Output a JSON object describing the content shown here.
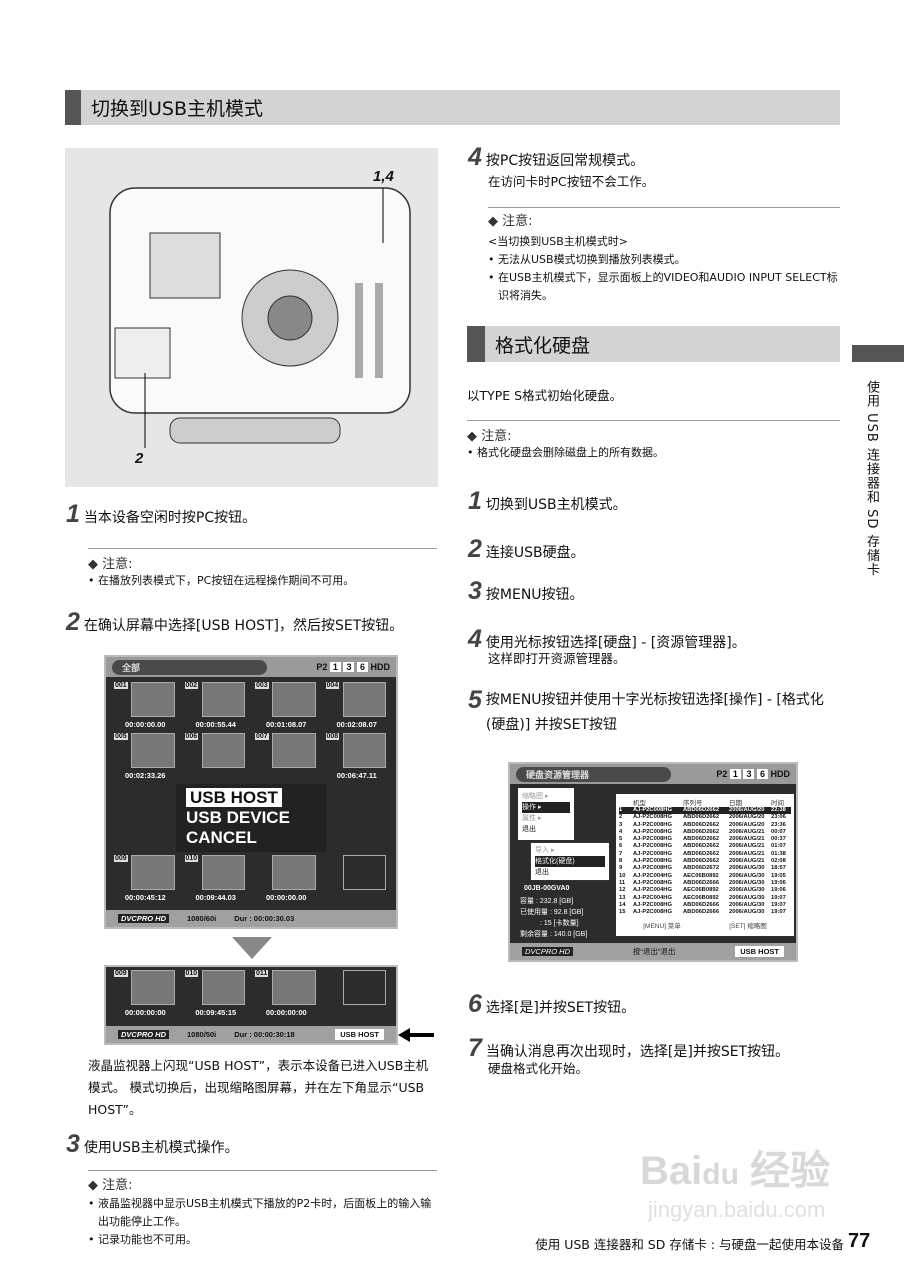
{
  "left": {
    "section_title": "切换到USB主机模式",
    "illustration": {
      "callout_top": "1,4",
      "callout_bottom": "2"
    },
    "step1": {
      "num": "1",
      "text": "当本设备空闲时按PC按钮。"
    },
    "note1": {
      "label": "◆ 注意:",
      "bullets": [
        "在播放列表模式下，PC按钮在远程操作期间不可用。"
      ]
    },
    "step2": {
      "num": "2",
      "text": "在确认屏幕中选择[USB HOST]，然后按SET按钮。"
    },
    "screen1": {
      "title": "全部",
      "p2": "P2",
      "slots": [
        "1",
        "3",
        "6"
      ],
      "hdd": "HDD",
      "thumbs": [
        {
          "n": "001",
          "tc": "00:00:00.00"
        },
        {
          "n": "002",
          "tc": "00:00:55.44"
        },
        {
          "n": "003",
          "tc": "00:01:08.07"
        },
        {
          "n": "004",
          "tc": "00:02:08.07"
        },
        {
          "n": "005",
          "tc": "00:02:33.26"
        },
        {
          "n": "006",
          "tc": ""
        },
        {
          "n": "007",
          "tc": ""
        },
        {
          "n": "008",
          "tc": "00:06:47.11"
        },
        {
          "n": "009",
          "tc": "00:00:45:12"
        },
        {
          "n": "010",
          "tc": "00:09:44.03"
        },
        {
          "n": "",
          "tc": "00:00:00.00"
        },
        {
          "n": "",
          "tc": ""
        }
      ],
      "menu": [
        "USB HOST",
        "USB DEVICE",
        "CANCEL"
      ],
      "badge": "DVCPRO HD",
      "format": "1080/60i",
      "dur": "Dur : 00:00:30.03"
    },
    "screen2": {
      "thumbs": [
        {
          "n": "009",
          "tc": "00:00:00:00"
        },
        {
          "n": "010",
          "tc": "00:09:45:15"
        },
        {
          "n": "011",
          "tc": "00:00:00:00"
        },
        {
          "n": "",
          "tc": ""
        }
      ],
      "badge": "DVCPRO HD",
      "format": "1080/50i",
      "dur": "Dur : 00:00:30:18",
      "usb_host": "USB HOST"
    },
    "paragraph": "液晶监视器上闪现“USB HOST”，表示本设备已进入USB主机模式。 模式切换后，出现缩略图屏幕，并在左下角显示“USB HOST”。",
    "step3": {
      "num": "3",
      "text": "使用USB主机模式操作。"
    },
    "note3": {
      "label": "◆ 注意:",
      "bullets": [
        "液晶监视器中显示USB主机模式下播放的P2卡时，后面板上的输入输出功能停止工作。",
        "记录功能也不可用。"
      ]
    }
  },
  "right": {
    "step4": {
      "num": "4",
      "text": "按PC按钮返回常规模式。",
      "sub": "在访问卡时PC按钮不会工作。"
    },
    "note4": {
      "label": "◆ 注意:",
      "intro": "<当切换到USB主机模式时>",
      "bullets": [
        "无法从USB模式切换到播放列表模式。",
        "在USB主机模式下，显示面板上的VIDEO和AUDIO INPUT SELECT标识将消失。"
      ]
    },
    "section_title": "格式化硬盘",
    "intro": "以TYPE S格式初始化硬盘。",
    "note5": {
      "label": "◆ 注意:",
      "bullets": [
        "格式化硬盘会删除磁盘上的所有数据。"
      ]
    },
    "steps": [
      {
        "num": "1",
        "text": "切换到USB主机模式。"
      },
      {
        "num": "2",
        "text": "连接USB硬盘。"
      },
      {
        "num": "3",
        "text": "按MENU按钮。"
      },
      {
        "num": "4",
        "text": "使用光标按钮选择[硬盘] - [资源管理器]。",
        "sub": "这样即打开资源管理器。"
      },
      {
        "num": "5",
        "text": "按MENU按钮并使用十字光标按钮选择[操作] - [格式化(硬盘)] 并按SET按钮"
      },
      {
        "num": "6",
        "text": "选择[是]并按SET按钮。"
      },
      {
        "num": "7",
        "text": "当确认消息再次出现时，选择[是]并按SET按钮。",
        "sub": "硬盘格式化开始。"
      }
    ],
    "screen3": {
      "title": "硬盘资源管理器",
      "p2": "P2",
      "slots": [
        "1",
        "3",
        "6"
      ],
      "hdd": "HDD",
      "menu1": [
        "缩略图 ▸",
        "操作 ▸",
        "属性 ▸",
        "退出"
      ],
      "menu2": [
        "导入 ▸",
        "格式化(硬盘)",
        "退出"
      ],
      "drive": "00JB-00GVA0",
      "capacity": "容量 : 232.8 [GB]",
      "used": "已使用量 : 92.8 [GB]",
      "cards": ": 15 [卡数量]",
      "free": "剩余容量 : 140.0 [GB]",
      "headers": [
        "机型",
        "序列号",
        "日期",
        "时间"
      ],
      "rows": [
        [
          "1",
          "AJ-P2C008HG",
          "ABD06D2662",
          "2006/AUG/20",
          "22:38"
        ],
        [
          "2",
          "AJ-P2C008HG",
          "ABD06D2662",
          "2006/AUG/20",
          "23:06"
        ],
        [
          "3",
          "AJ-P2C008HG",
          "ABD06D2662",
          "2006/AUG/20",
          "23:36"
        ],
        [
          "4",
          "AJ-P2C008HG",
          "ABD06D2662",
          "2006/AUG/21",
          "00:07"
        ],
        [
          "5",
          "AJ-P2C008HG",
          "ABD06D2662",
          "2006/AUG/21",
          "00:37"
        ],
        [
          "6",
          "AJ-P2C008HG",
          "ABD06D2662",
          "2006/AUG/21",
          "01:07"
        ],
        [
          "7",
          "AJ-P2C008HG",
          "ABD06D2662",
          "2006/AUG/21",
          "01:38"
        ],
        [
          "8",
          "AJ-P2C008HG",
          "ABD06D2662",
          "2006/AUG/21",
          "02:08"
        ],
        [
          "9",
          "AJ-P2C008HG",
          "ABD06D2672",
          "2006/AUG/30",
          "18:57"
        ],
        [
          "10",
          "AJ-P2C004HG",
          "AEC06B0892",
          "2006/AUG/30",
          "19:05"
        ],
        [
          "11",
          "AJ-P2C008HG",
          "ABD06D2666",
          "2006/AUG/30",
          "19:06"
        ],
        [
          "12",
          "AJ-P2C004HG",
          "AEC06B0892",
          "2006/AUG/30",
          "19:06"
        ],
        [
          "13",
          "AJ-P2C004HG",
          "AEC06B0892",
          "2006/AUG/30",
          "19:07"
        ],
        [
          "14",
          "AJ-P2C008HG",
          "ABD06D2666",
          "2006/AUG/30",
          "19:07"
        ],
        [
          "15",
          "AJ-P2C008HG",
          "ABD06D2666",
          "2006/AUG/30",
          "19:07"
        ]
      ],
      "footer_menu": "[MENU] 菜单",
      "footer_set": "[SET] 缩略图",
      "badge": "DVCPRO HD",
      "exit_hint": "按“退出”退出",
      "usb_host": "USB HOST"
    }
  },
  "side_tab": "使用 USB 连接器和 SD 存储卡",
  "footer": {
    "text": "使用 USB 连接器和 SD 存储卡 : 与硬盘一起使用本设备",
    "page": "77"
  },
  "watermark": {
    "brand": "Baidu经验",
    "url": "jingyan.baidu.com"
  }
}
